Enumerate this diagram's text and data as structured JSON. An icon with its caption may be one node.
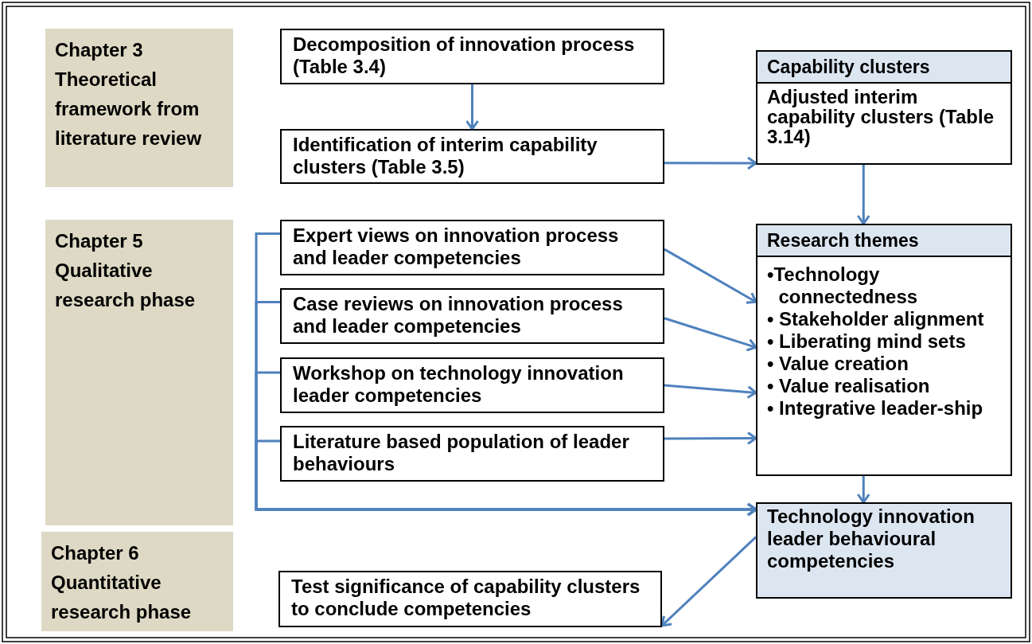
{
  "diagram": {
    "nodes": [
      {
        "text": [
          "Chapter 3 Theoretical framework from literature review"
        ]
      },
      {
        "text": [
          "Chapter 5 Qualitative research phase"
        ]
      },
      {
        "text": [
          "Chapter 6 Quantitative research phase"
        ]
      },
      {
        "text": [
          "Decomposition of innovation process  (Table 3.4)"
        ]
      },
      {
        "text": [
          "Identification of interim capability clusters (Table 3.5)"
        ]
      },
      {
        "text": [
          "Capability clusters",
          "Adjusted interim capability clusters (Table 3.14)"
        ]
      },
      {
        "text": [
          "Expert views on innovation process and leader competencies"
        ]
      },
      {
        "text": [
          "Case reviews on innovation process and leader competencies"
        ]
      },
      {
        "text": [
          "Workshop on  technology innovation leader competencies"
        ]
      },
      {
        "text": [
          "Literature based population of leader behaviours"
        ]
      },
      {
        "text": [
          "Research themes",
          "•Technology connectedness",
          "• Stakeholder alignment",
          "• Liberating mind sets",
          "• Value creation",
          "• Value realisation",
          "• Integrative leader-ship"
        ]
      },
      {
        "text": [
          "Technology innovation leader behavioural competencies"
        ]
      },
      {
        "text": [
          "Test significance  of capability clusters to conclude competencies"
        ]
      }
    ],
    "edges": [
      {
        "from": 3,
        "to": 4,
        "arrow": "to"
      },
      {
        "from": 4,
        "to": 5,
        "arrow": "to"
      },
      {
        "from": 5,
        "to": 10,
        "arrow": "to"
      },
      {
        "from": 6,
        "to": 10,
        "arrow": "to"
      },
      {
        "from": 7,
        "to": 10,
        "arrow": "to"
      },
      {
        "from": 8,
        "to": 10,
        "arrow": "to"
      },
      {
        "from": 9,
        "to": 10,
        "arrow": "to"
      },
      {
        "from": 6,
        "to": 11,
        "arrow": "to"
      },
      {
        "from": 7,
        "to": 11,
        "arrow": "to"
      },
      {
        "from": 8,
        "to": 11,
        "arrow": "to"
      },
      {
        "from": 9,
        "to": 11,
        "arrow": "to"
      },
      {
        "from": 10,
        "to": 11,
        "arrow": "to"
      },
      {
        "from": 11,
        "to": 12,
        "arrow": "to"
      }
    ]
  }
}
